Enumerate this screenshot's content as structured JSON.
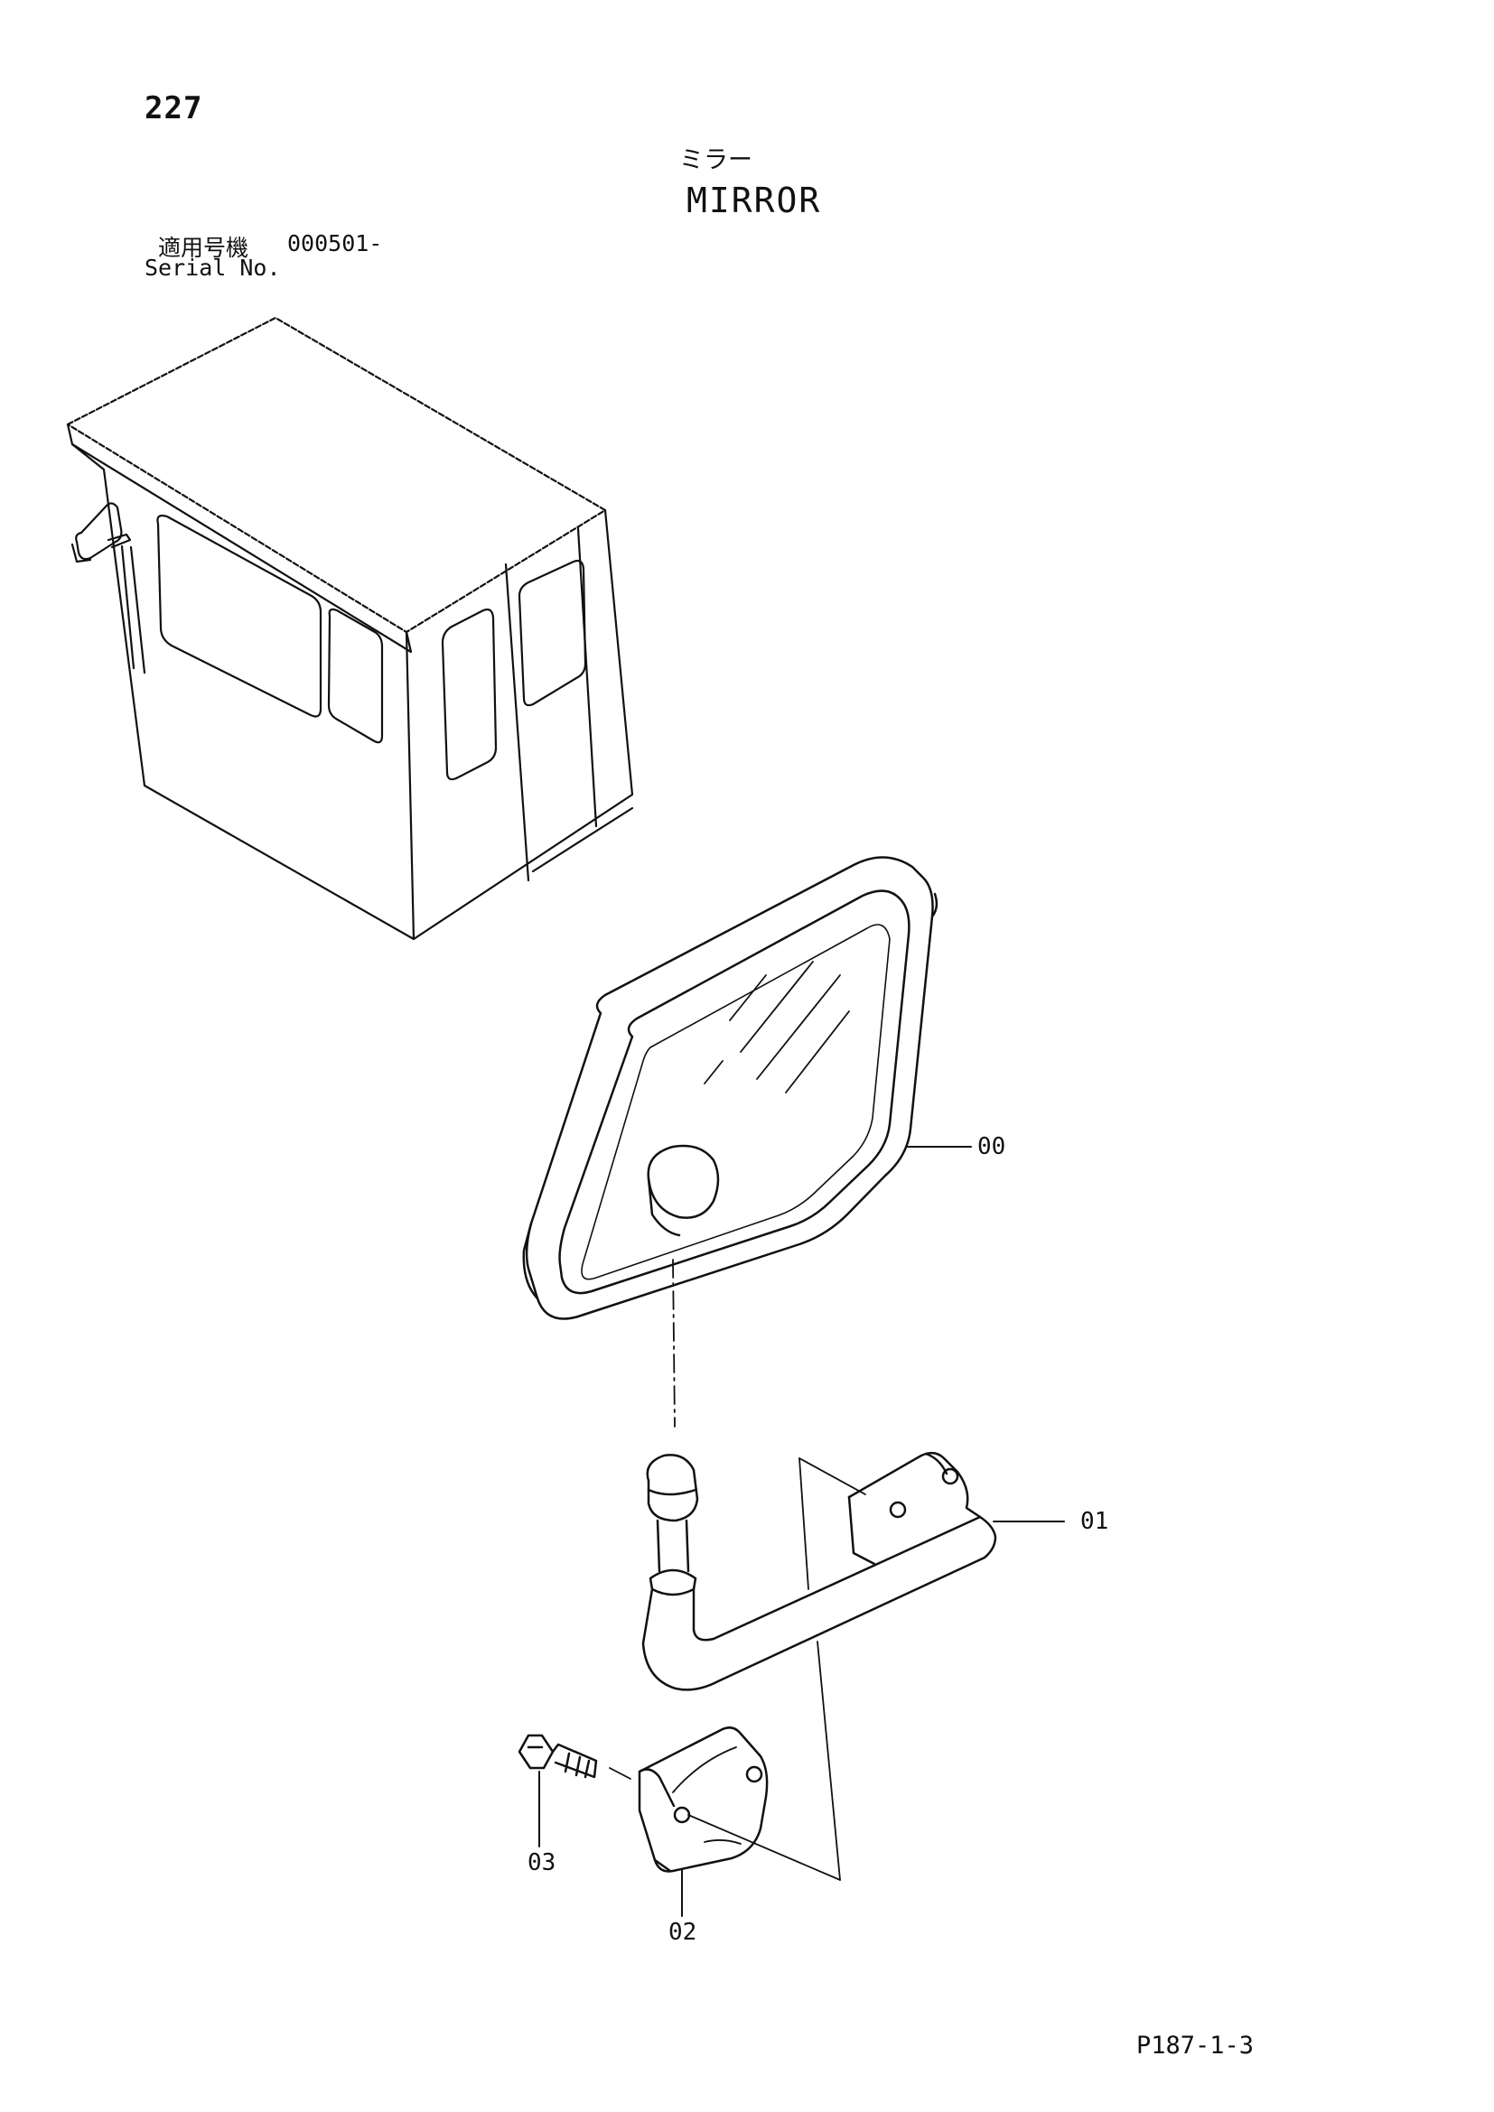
{
  "header": {
    "page_number": "227",
    "title_jp": "ミラー",
    "title_en": "MIRROR",
    "serial_label_jp": "適用号機",
    "serial_value": "000501-",
    "serial_label_en": "Serial No."
  },
  "callouts": [
    {
      "id": "00"
    },
    {
      "id": "01"
    },
    {
      "id": "02"
    },
    {
      "id": "03"
    }
  ],
  "footer": {
    "doc_code": "P187-1-3"
  }
}
